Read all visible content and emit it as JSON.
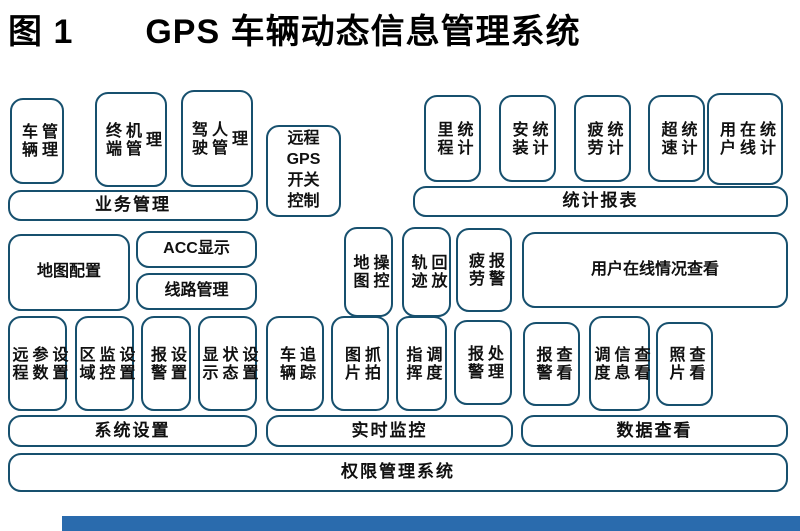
{
  "title": {
    "figure_label": "图 1",
    "text": "GPS 车辆动态信息管理系统"
  },
  "colors": {
    "border": "#17506e",
    "text": "#101010",
    "footer": "#2a6bad",
    "bg": "#ffffff"
  },
  "boxes": {
    "vehicle_mgmt": "车辆\n管理",
    "terminal_mgmt": "终端\n机管\n理",
    "driver_mgmt": "驾驶\n人管\n理",
    "business_mgmt": "业务管理",
    "remote_gps_switch": "远程\nGPS\n开关\n控制",
    "mileage_stat": "里程\n统计",
    "install_stat": "安装\n统计",
    "fatigue_stat": "疲劳\n统计",
    "overspeed_stat": "超速\n统计",
    "user_online_stat": "用户\n在线\n统计",
    "stat_report": "统计报表",
    "map_config": "地图配置",
    "acc_display": "ACC显示",
    "route_mgmt": "线路管理",
    "map_control": "地图\n操控",
    "track_playback": "轨迹\n回放",
    "fatigue_alarm": "疲劳\n报警",
    "user_online_view": "用户在线情况查看",
    "remote_param_setting": "远程\n参数\n设置",
    "area_monitor_setting": "区域\n监控\n设置",
    "alarm_setting": "报警\n设置",
    "display_status_setting": "显示\n状态\n设置",
    "vehicle_tracking": "车辆\n追踪",
    "photo_capture": "图片\n抓拍",
    "command_dispatch": "指挥\n调度",
    "alarm_handling": "报警\n处理",
    "alarm_view": "报警\n查看",
    "dispatch_info_view": "调度\n信息\n查看",
    "photo_view": "照片\n查看",
    "system_setting": "系统设置",
    "realtime_monitor": "实时监控",
    "data_view": "数据查看",
    "permission_system": "权限管理系统"
  }
}
